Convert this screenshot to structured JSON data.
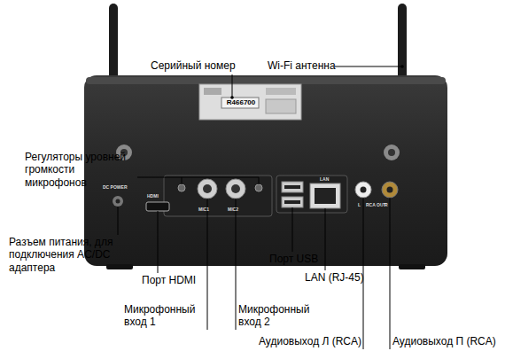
{
  "diagram": {
    "labels": [
      "Серийный номер",
      "Wi-Fi антенна",
      "Регуляторы уровней громкости микрофонов",
      "Разъем питания, для подключения AC/DC адаптера",
      "Порт HDMI",
      "Микрофонный вход 1",
      "Микрофонный вход 2",
      "Порт USB",
      "LAN (RJ-45)",
      "Аудиовыход Л (RCA)",
      "Аудиовыход П (RCA)",
      "DC POWER",
      "HDMI",
      "MIC1",
      "MIC2",
      "LAN",
      "RCA OUT",
      "R466700",
      "L",
      "R"
    ]
  }
}
